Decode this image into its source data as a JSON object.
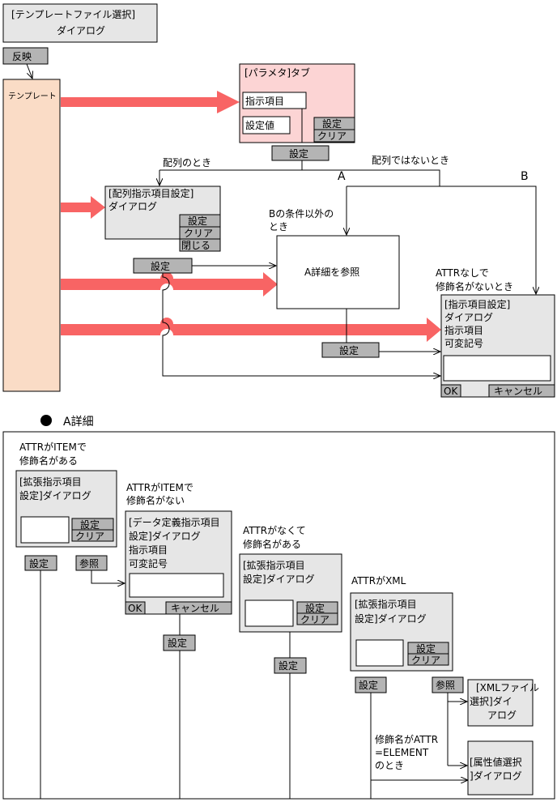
{
  "top": {
    "template_select_dialog": [
      "[テンプレートファイル選択]",
      "ダイアログ"
    ],
    "reflect_button": "反映",
    "template_box": "テンプレート",
    "param_tab": {
      "title": "[パラメタ]タブ",
      "field_item": "指示項目",
      "field_value": "設定値",
      "set_button": "設定",
      "clear_button": "クリア",
      "set_below": "設定"
    },
    "label_array": "配列のとき",
    "label_not_array": "配列ではないとき",
    "label_A": "A",
    "label_B": "B",
    "array_dialog": {
      "lines": [
        "[配列指示項目設定]",
        "ダイアログ"
      ],
      "set_button": "設定",
      "clear_button": "クリア",
      "close_button": "閉じる",
      "set_below": "設定"
    },
    "cond_other_than_B": [
      "Bの条件以外の",
      "とき"
    ],
    "ref_A_detail": "A詳細を参照",
    "set_below_ref": "設定",
    "cond_no_attr": [
      "ATTRなしで",
      "修飾名がないとき"
    ],
    "item_dialog": {
      "lines": [
        "[指示項目設定]",
        "ダイアログ",
        "指示項目",
        "可変記号"
      ],
      "ok_button": "OK",
      "cancel_button": "キャンセル"
    }
  },
  "detail": {
    "header": "A詳細",
    "col1": {
      "cond": [
        "ATTRがITEMで",
        "修飾名がある"
      ],
      "dialog": [
        "[拡張指示項目",
        "設定]ダイアログ"
      ],
      "set_button": "設定",
      "clear_button": "クリア",
      "set_below": "設定",
      "ref_button": "参照"
    },
    "col2": {
      "cond": [
        "ATTRがITEMで",
        "修飾名がない"
      ],
      "dialog": [
        "[データ定義指示項目",
        "設定]ダイアログ",
        "指示項目",
        "可変記号"
      ],
      "ok_button": "OK",
      "cancel_button": "キャンセル",
      "set_below": "設定"
    },
    "col3": {
      "cond": [
        "ATTRがなくて",
        "修飾名がある"
      ],
      "dialog": [
        "[拡張指示項目",
        "設定]ダイアログ"
      ],
      "set_button": "設定",
      "clear_button": "クリア",
      "set_below": "設定"
    },
    "col4": {
      "cond": [
        "ATTRがXML"
      ],
      "dialog": [
        "[拡張指示項目",
        "設定]ダイアログ"
      ],
      "set_button": "設定",
      "clear_button": "クリア",
      "set_below": "設定",
      "ref_button": "参照",
      "xml_dialog": [
        "[XMLファイル",
        "選択]ダイアログ"
      ],
      "cond_element": [
        "修飾名がATTR",
        "=ELEMENT",
        "のとき"
      ],
      "attr_dialog": [
        "[属性値選択",
        "]ダイアログ"
      ]
    }
  },
  "colors": {
    "gray_box": "#e6e6e6",
    "button_gray": "#b4b4b4",
    "template_fill": "#fadcc6",
    "param_fill": "#fcd4d4",
    "arrow_red": "#f86464"
  }
}
